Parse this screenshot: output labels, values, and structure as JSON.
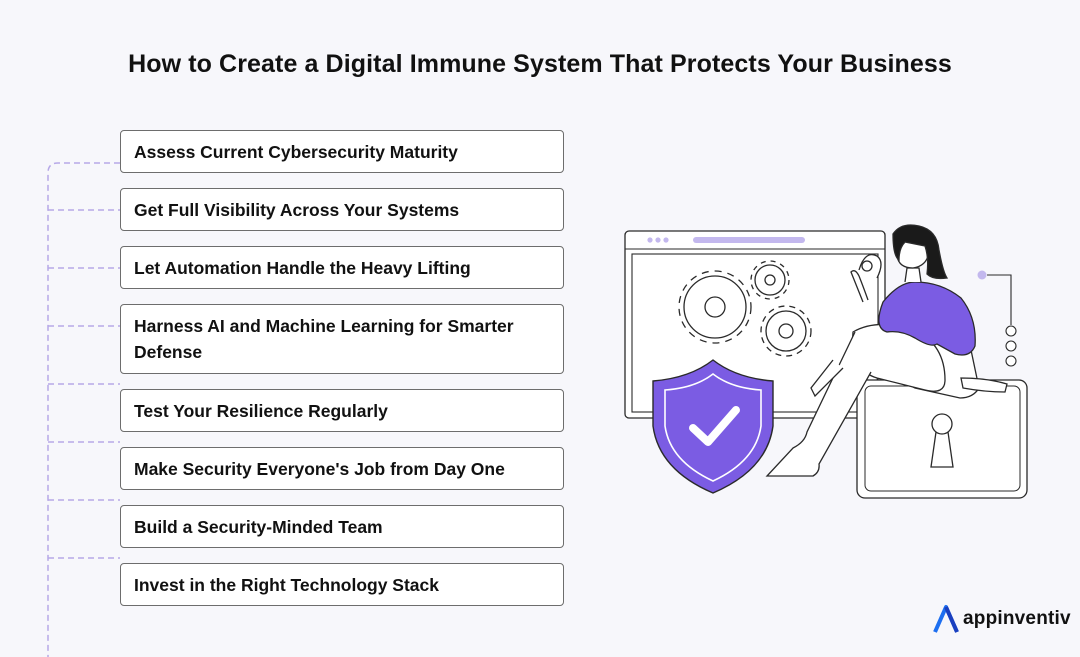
{
  "title": "How to Create a Digital Immune System That Protects Your Business",
  "steps": [
    {
      "label": "Assess Current Cybersecurity Maturity"
    },
    {
      "label": "Get Full Visibility Across Your Systems"
    },
    {
      "label": "Let Automation Handle the Heavy Lifting"
    },
    {
      "label": "Harness AI and Machine Learning for Smarter Defense"
    },
    {
      "label": "Test Your Resilience Regularly"
    },
    {
      "label": "Make Security Everyone's Job from Day One"
    },
    {
      "label": "Build a Security-Minded Team"
    },
    {
      "label": "Invest in the Right Technology Stack"
    }
  ],
  "brand": {
    "name": "appinventiv",
    "logo_icon": "appinventiv-logo-icon"
  },
  "illustration": {
    "icons": [
      "browser-window-icon",
      "gear-icon",
      "shield-check-icon",
      "padlock-icon",
      "person-illustration"
    ]
  },
  "colors": {
    "accent_purple": "#7b5ce3",
    "connector_lavender": "#b7a9e8",
    "outline": "#2a2a2a",
    "background": "#f7f7fb"
  }
}
